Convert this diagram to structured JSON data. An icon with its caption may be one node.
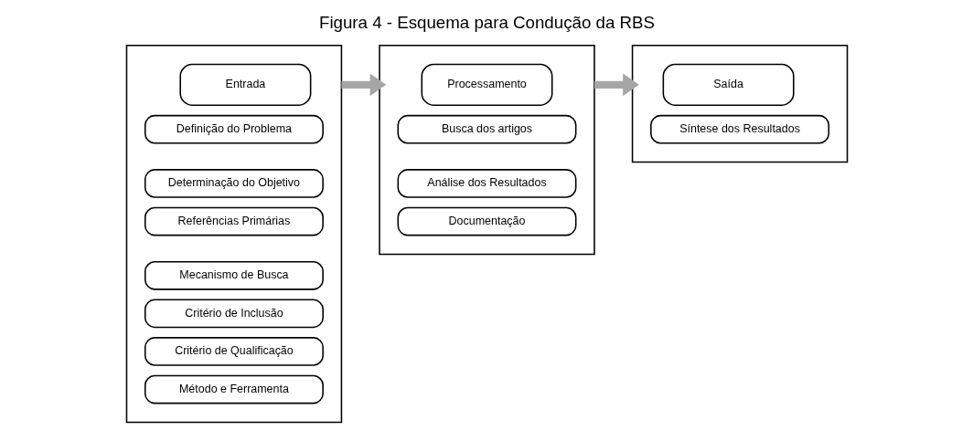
{
  "diagram": {
    "title": "Figura 4 - Esquema para Condução da RBS",
    "nodes": [
      {
        "text": [],
        "shape": "box"
      },
      {
        "text": [
          "Entrada"
        ],
        "in": 0
      },
      {
        "text": [
          "Definição do Problema"
        ],
        "in": 0
      },
      {
        "text": [
          "Determinação do Objetivo"
        ],
        "in": 0
      },
      {
        "text": [
          "Referências Primárias"
        ],
        "in": 0
      },
      {
        "text": [
          "Mecanismo de Busca"
        ],
        "in": 0
      },
      {
        "text": [
          "Critério de Inclusão"
        ],
        "in": 0
      },
      {
        "text": [
          "Critério de Qualificação"
        ],
        "in": 0
      },
      {
        "text": [
          "Método e Ferramenta"
        ],
        "in": 0
      },
      {
        "text": [],
        "shape": "box"
      },
      {
        "text": [
          "Processamento"
        ],
        "in": 9
      },
      {
        "text": [
          "Busca dos artigos"
        ],
        "in": 9
      },
      {
        "text": [
          "Análise dos Resultados"
        ],
        "in": 9
      },
      {
        "text": [
          "Documentação"
        ],
        "in": 9
      },
      {
        "text": [],
        "shape": "box"
      },
      {
        "text": [
          "Saída"
        ],
        "in": 14
      },
      {
        "text": [
          "Síntese dos Resultados"
        ],
        "in": 14
      }
    ],
    "edges": [
      {
        "from": 0,
        "to": 9,
        "arrow": "to"
      },
      {
        "from": 9,
        "to": 14,
        "arrow": "to"
      }
    ]
  }
}
